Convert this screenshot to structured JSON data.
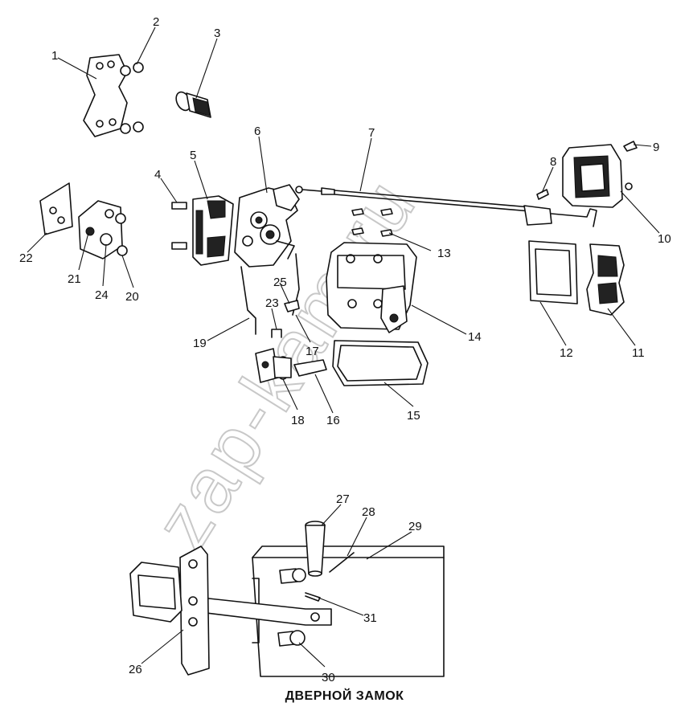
{
  "caption": "ДВЕРНОЙ ЗАМОК",
  "watermark": "zap-kam.ru",
  "callouts": [
    "1",
    "2",
    "3",
    "4",
    "5",
    "6",
    "7",
    "8",
    "9",
    "10",
    "11",
    "12",
    "13",
    "14",
    "15",
    "16",
    "17",
    "18",
    "19",
    "20",
    "21",
    "22",
    "23",
    "24",
    "25",
    "26",
    "27",
    "28",
    "29",
    "30",
    "31"
  ]
}
